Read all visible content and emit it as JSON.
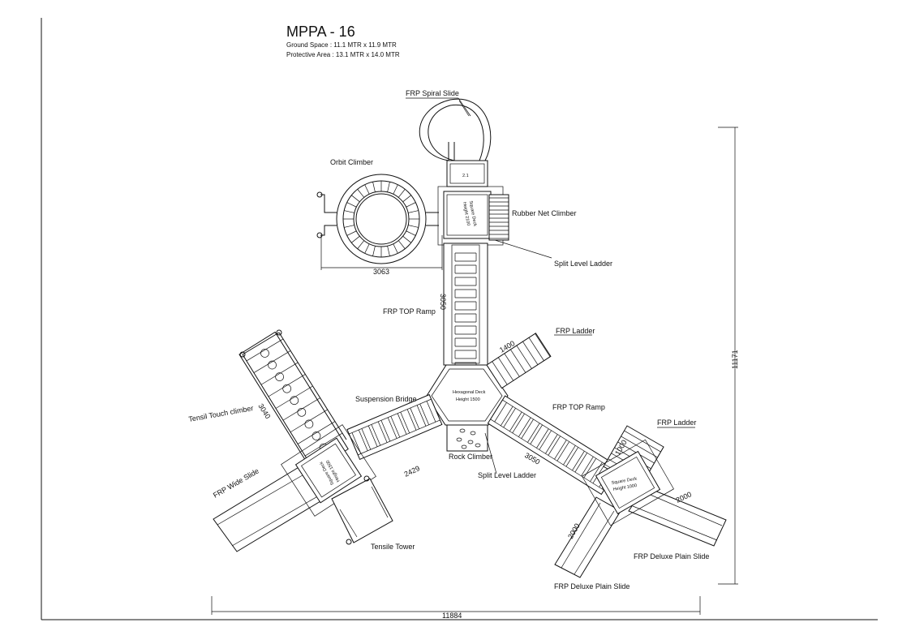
{
  "drawing": {
    "title": "MPPA - 16",
    "ground_space": "Ground Space : 11.1 MTR   x  11.9 MTR",
    "protective_area": "Protective Area : 13.1 MTR  x  14.0 MTR"
  },
  "labels": {
    "frp_spiral_slide": "FRP Spiral Slide",
    "orbit_climber": "Orbit  Climber",
    "rubber_net_climber": "Rubber  Net Climber",
    "split_level_ladder_top": "Split Level Ladder",
    "frp_top_ramp_left": "FRP TOP Ramp",
    "frp_ladder_right": "FRP Ladder",
    "suspension_bridge": "Suspension Bridge",
    "frp_top_ramp_right": "FRP TOP Ramp",
    "tensil_touch_climber": "Tensil Touch climber",
    "frp_ladder_lower": "FRP Ladder",
    "frp_wide_slide": "FRP Wide Slide",
    "rock_climber": "Rock  Climber",
    "split_level_ladder_bottom": "Split Level Ladder",
    "tensile_tower": "Tensile Tower",
    "frp_deluxe_plain_slide_1": "FRP Deluxe Plain Slide",
    "frp_deluxe_plain_slide_2": "FRP Deluxe Plain Slide"
  },
  "deck_labels": {
    "spiral_top": "2.1",
    "hex_deck_line1": "Hexagonal Deck",
    "hex_deck_line2": "Height 1500",
    "square_deck_line1": "Square Deck",
    "square_deck_line2": "Height 1000",
    "top_deck_line1": "Square Deck",
    "top_deck_line2": "Height 2100",
    "left_deck_line1": "Square Deck",
    "left_deck_line2": "Height 1500"
  },
  "dimensions": {
    "orbit_width": "3063",
    "top_ramp_length": "3050",
    "ladder_right": "1400",
    "tensil_climber": "3040",
    "suspension_bridge": "2429",
    "right_ramp": "3050",
    "lower_ladder": "1000",
    "deluxe_slide_1": "2000",
    "deluxe_slide_2": "2000",
    "overall_height": "11171",
    "overall_width": "11884"
  }
}
